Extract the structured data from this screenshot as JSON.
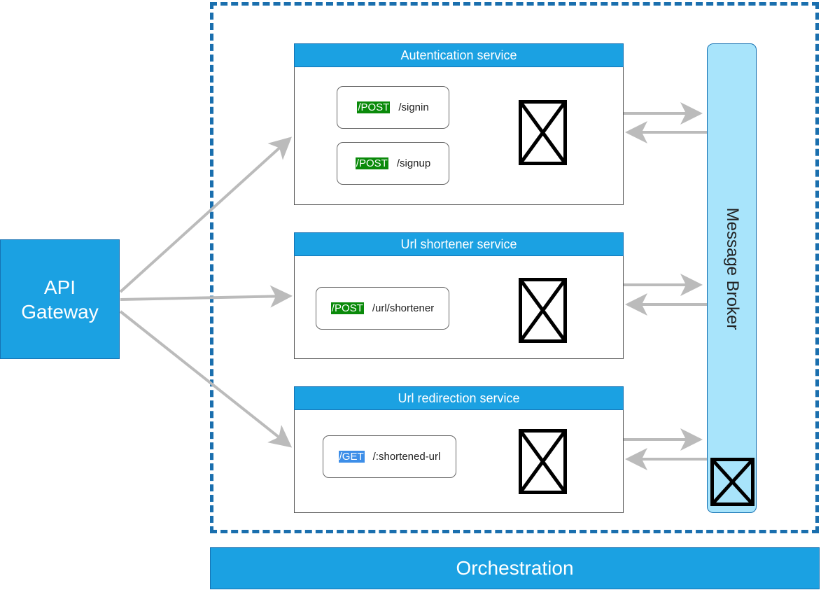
{
  "gateway": {
    "label": "API Gateway"
  },
  "services": [
    {
      "title": "Autentication service",
      "endpoints": [
        {
          "method": "/POST",
          "path": "/signin"
        },
        {
          "method": "/POST",
          "path": "/signup"
        }
      ]
    },
    {
      "title": "Url shortener service",
      "endpoints": [
        {
          "method": "/POST",
          "path": "/url/shortener"
        }
      ]
    },
    {
      "title": "Url redirection service",
      "endpoints": [
        {
          "method": "/GET",
          "path": "/:shortened-url"
        }
      ]
    }
  ],
  "broker": {
    "label": "Message Broker"
  },
  "orchestration": {
    "label": "Orchestration"
  },
  "icons": {
    "placeholder": "missing-image-icon"
  },
  "colors": {
    "accent": "#1ba1e2",
    "broker_fill": "#a8e4fb",
    "post": "#0a8a0a",
    "get": "#3d8ee8",
    "arrow": "#bbbbbb",
    "frame": "#1a6fae"
  }
}
